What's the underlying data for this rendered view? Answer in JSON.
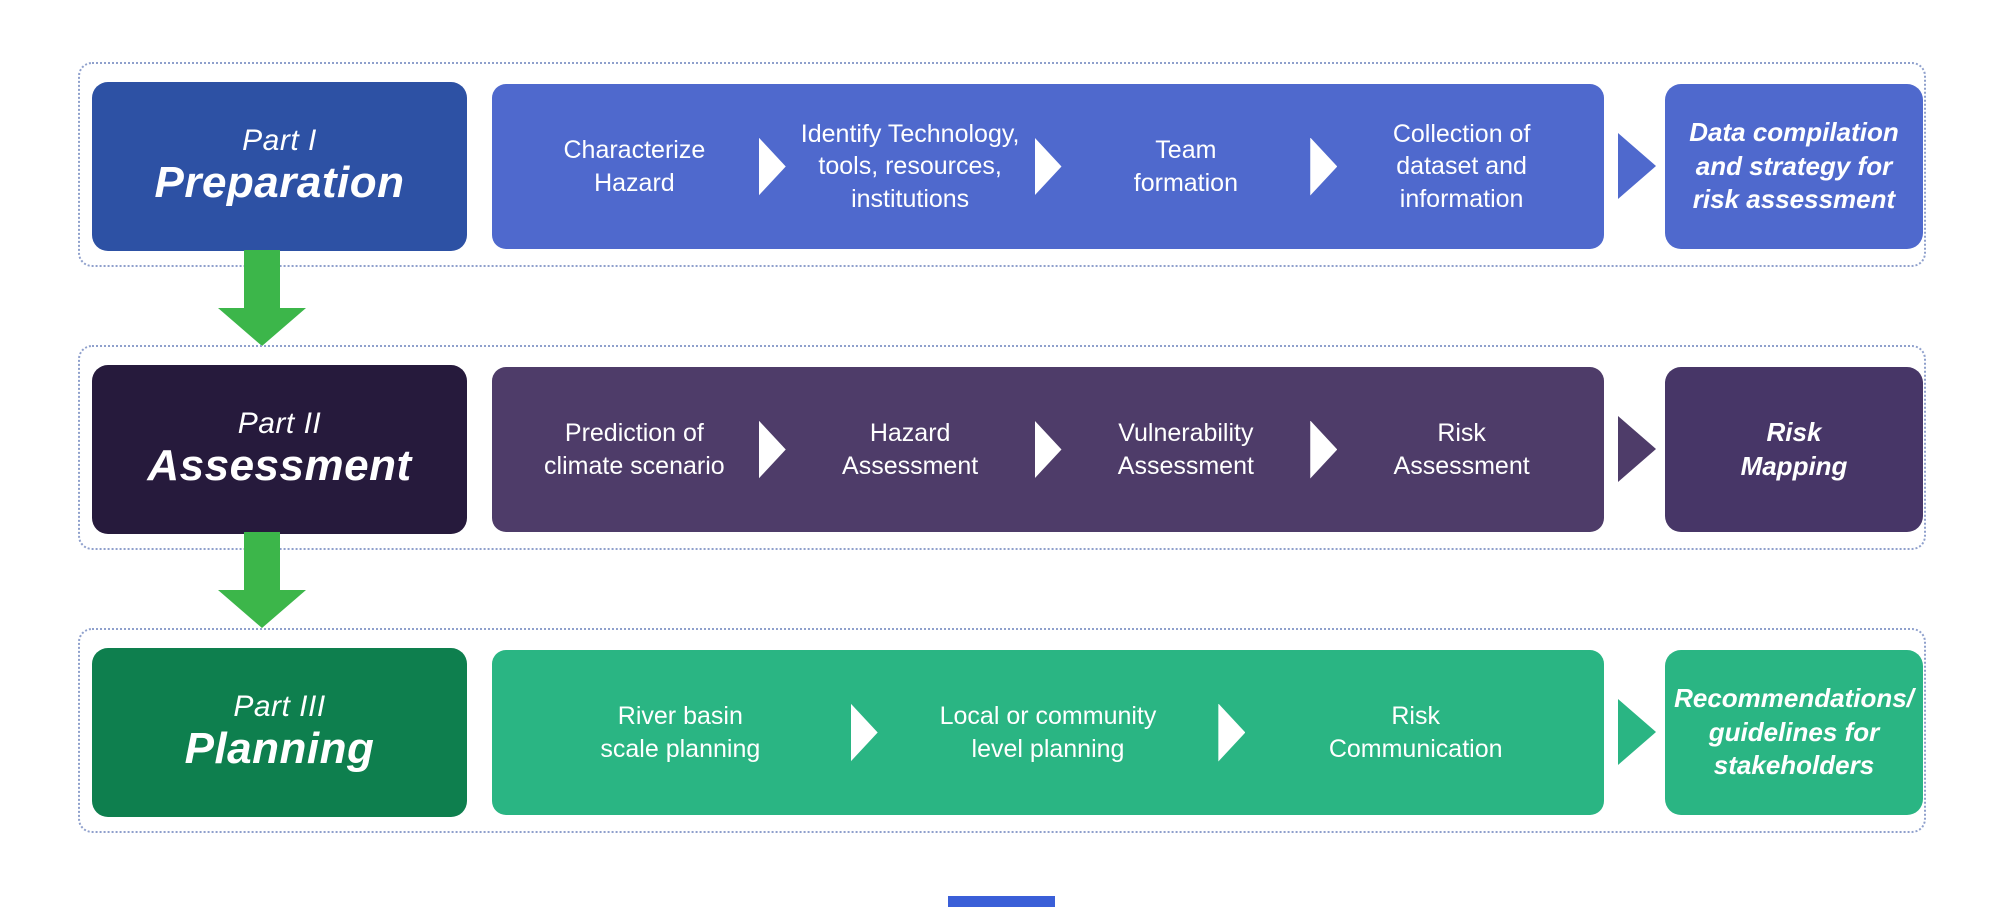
{
  "connector": {
    "color": "#3cb64a"
  },
  "scrollbar": {
    "color": "#3a5fd8"
  },
  "rows": [
    {
      "part_label": "Part I",
      "part_name": "Preparation",
      "steps": [
        "Characterize\nHazard",
        "Identify Technology,\ntools, resources,\ninstitutions",
        "Team\nformation",
        "Collection of\ndataset and\ninformation"
      ],
      "output": "Data compilation\nand strategy for\nrisk assessment",
      "colors": {
        "part": "#2d51a4",
        "mid": "#4f69cd",
        "accent": "#4f69cd",
        "output": "#4f69cd"
      }
    },
    {
      "part_label": "Part II",
      "part_name": "Assessment",
      "steps": [
        "Prediction of\nclimate scenario",
        "Hazard\nAssessment",
        "Vulnerability\nAssessment",
        "Risk\nAssessment"
      ],
      "output": "Risk\nMapping",
      "colors": {
        "part": "#261a3c",
        "mid": "#4e3c69",
        "accent": "#4e3c69",
        "output": "#473667"
      }
    },
    {
      "part_label": "Part III",
      "part_name": "Planning",
      "steps": [
        "River basin\nscale planning",
        "Local or community\nlevel planning",
        "Risk\nCommunication"
      ],
      "output": "Recommendations/\nguidelines for\nstakeholders",
      "colors": {
        "part": "#0e7f4e",
        "mid": "#2ab583",
        "accent": "#2ab583",
        "output": "#2ab583"
      }
    }
  ]
}
